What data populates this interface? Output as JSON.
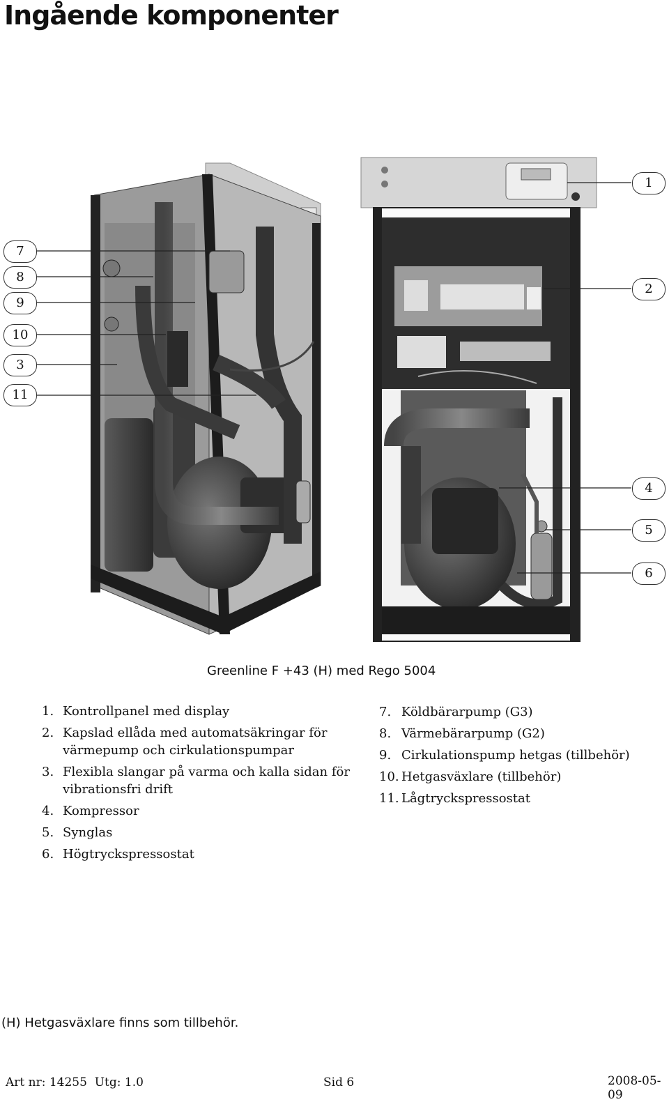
{
  "page": {
    "title": "Ingående komponenter",
    "caption": "Greenline F +43 (H) med Rego 5004",
    "note": "(H) Hetgasväxlare finns som tillbehör."
  },
  "callouts": {
    "c1": "1",
    "c2": "2",
    "c3": "3",
    "c4": "4",
    "c5": "5",
    "c6": "6",
    "c7": "7",
    "c8": "8",
    "c9": "9",
    "c10": "10",
    "c11": "11"
  },
  "components_left": [
    {
      "num": "1.",
      "text": "Kontrollpanel med display"
    },
    {
      "num": "2.",
      "text": "Kapslad ellåda med automatsäkringar för värmepump och cirkulationspumpar"
    },
    {
      "num": "3.",
      "text": "Flexibla slangar på varma och kalla sidan för vibrationsfri drift"
    },
    {
      "num": "4.",
      "text": "Kompressor"
    },
    {
      "num": "5.",
      "text": "Synglas"
    },
    {
      "num": "6.",
      "text": "Högtryckspressostat"
    }
  ],
  "components_right": [
    {
      "num": "7.",
      "text": "Köldbärarpump (G3)"
    },
    {
      "num": "8.",
      "text": "Värmebärarpump (G2)"
    },
    {
      "num": "9.",
      "text": "Cirkulationspump hetgas (tillbehör)"
    },
    {
      "num": "10.",
      "text": "Hetgasväxlare (tillbehör)"
    },
    {
      "num": "11.",
      "text": "Lågtryckspressostat"
    }
  ],
  "footer": {
    "art": "Art nr: 14255  Utg: 1.0",
    "page": "Sid 6",
    "date": "2008-05-09"
  }
}
